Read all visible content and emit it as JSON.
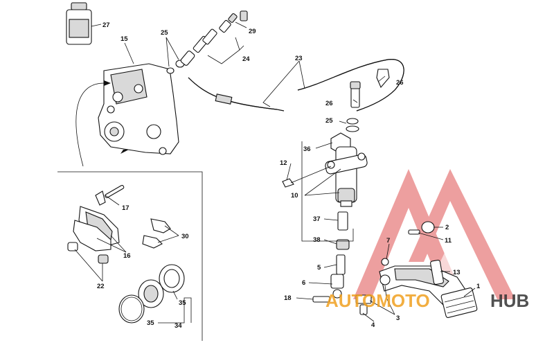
{
  "diagram": {
    "callouts": {
      "c1": "1",
      "c2": "2",
      "c3": "3",
      "c4": "4",
      "c5": "5",
      "c6": "6",
      "c7": "7",
      "c10": "10",
      "c11": "11",
      "c12": "12",
      "c13": "13",
      "c15": "15",
      "c16": "16",
      "c17": "17",
      "c18": "18",
      "c22": "22",
      "c23": "23",
      "c24": "24",
      "c25a": "25",
      "c25b": "25",
      "c26a": "26",
      "c26b": "26",
      "c27": "27",
      "c29": "29",
      "c30": "30",
      "c34": "34",
      "c35a": "35",
      "c35b": "35",
      "c36": "36",
      "c37": "37",
      "c38": "38"
    }
  },
  "watermark": {
    "brand_part1": "AUTOMOTO",
    "brand_part2": "HUB",
    "color_red": "#e05050",
    "color_orange": "#f0a020",
    "color_dark": "#333333"
  }
}
